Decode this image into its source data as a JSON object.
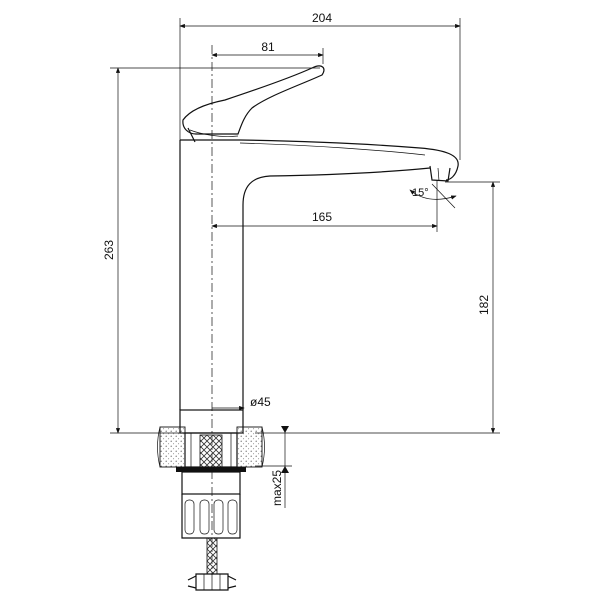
{
  "dimensions": {
    "overall_width": "204",
    "handle_offset": "81",
    "overall_height": "263",
    "spout_reach": "165",
    "spout_height": "182",
    "base_diameter": "ø45",
    "max_counter_thickness": "max25",
    "spout_angle": "15°"
  },
  "colors": {
    "line": "#111111",
    "background": "#ffffff",
    "hatch": "#555555"
  }
}
